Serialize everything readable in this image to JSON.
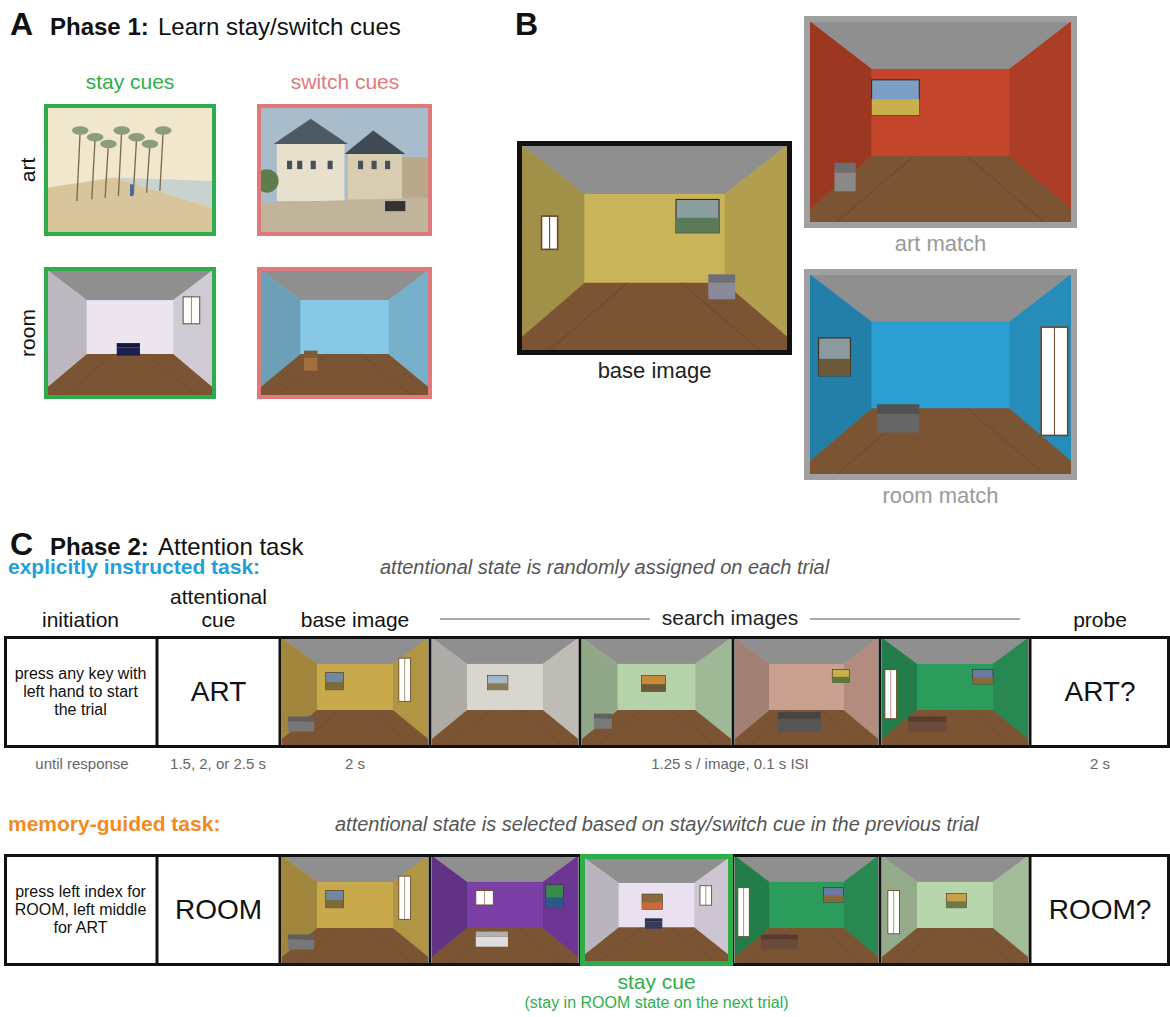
{
  "diagram": {
    "nodes": [
      {
        "text": [
          "base image"
        ]
      },
      {
        "text": [
          "art match"
        ]
      },
      {
        "text": [
          "room match"
        ]
      },
      {
        "text": [
          "initiation",
          "press any key with left hand to start the trial"
        ]
      },
      {
        "text": [
          "attentional cue",
          "ART"
        ]
      },
      {
        "text": [
          "base image"
        ]
      },
      {
        "text": [
          "probe",
          "ART?"
        ]
      },
      {
        "text": [
          "press left index for ROOM, left middle for ART"
        ]
      },
      {
        "text": [
          "ROOM"
        ]
      },
      {
        "text": [
          "stay cue",
          "(stay in ROOM state on the next trial)"
        ]
      },
      {
        "text": [
          "ROOM?"
        ]
      }
    ],
    "labels": [
      "A",
      "Phase 1:",
      "Learn stay/switch cues",
      "stay cues",
      "switch cues",
      "art",
      "room",
      "B",
      "C",
      "Phase 2:",
      "Attention task",
      "explicitly instructed task:",
      "attentional state is randomly assigned on each trial",
      "search images",
      "until response",
      "1.5, 2, or 2.5 s",
      "2 s",
      "1.25 s / image, 0.1 s ISI",
      "2 s",
      "memory-guided task:",
      "attentional state is selected based on stay/switch cue in the previous trial"
    ]
  }
}
